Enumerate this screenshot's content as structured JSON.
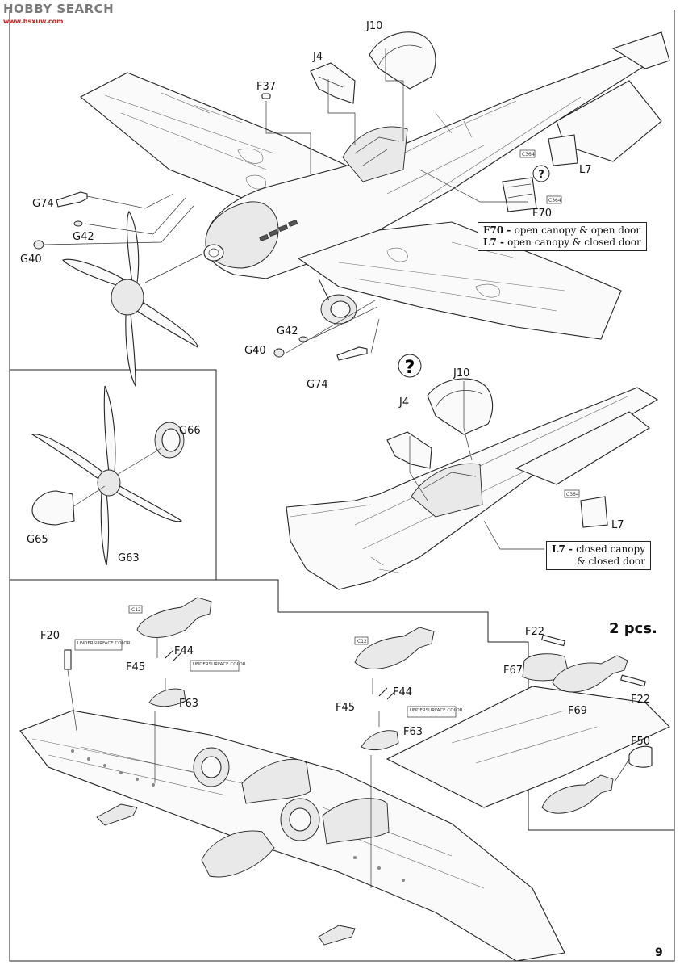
{
  "watermark": {
    "brand": "HOBBY SEARCH",
    "url": "www.hsxuw.com"
  },
  "page_number": "9",
  "callouts": {
    "f37": "F37",
    "j4_top": "J4",
    "j10_top": "J10",
    "g74_top": "G74",
    "g42_top": "G42",
    "g40_top": "G40",
    "c364_top": "C364",
    "l7_top": "L7",
    "f70": "F70",
    "g42_mid": "G42",
    "g40_mid": "G40",
    "g74_mid": "G74",
    "g66": "G66",
    "g65": "G65",
    "g63": "G63",
    "j4_mid": "J4",
    "j10_mid": "J10",
    "c364_mid": "C364",
    "l7_mid": "L7",
    "c12_left": "C12",
    "f20": "F20",
    "f44_left": "F44",
    "f45_left": "F45",
    "f63_left": "F63",
    "c12_right": "C12",
    "f44_right": "F44",
    "f45_right": "F45",
    "f63_right": "F63",
    "f22_top": "F22",
    "f67": "F67",
    "f69": "F69",
    "f22_bottom": "F22",
    "f50": "F50",
    "undersurface_1": "UNDERSURFACE COLOR",
    "undersurface_2": "UNDERSURFACE COLOR",
    "undersurface_3": "UNDERSURFACE COLOR"
  },
  "notes": {
    "option_box": [
      {
        "code": "F70",
        "text": "open canopy & open door"
      },
      {
        "code": "L7",
        "text": "open canopy & closed door"
      }
    ],
    "closed_box": {
      "code": "L7",
      "line1": "closed canopy",
      "line2": "& closed door"
    },
    "quantity": "2 pcs.",
    "question_mark": "?"
  }
}
